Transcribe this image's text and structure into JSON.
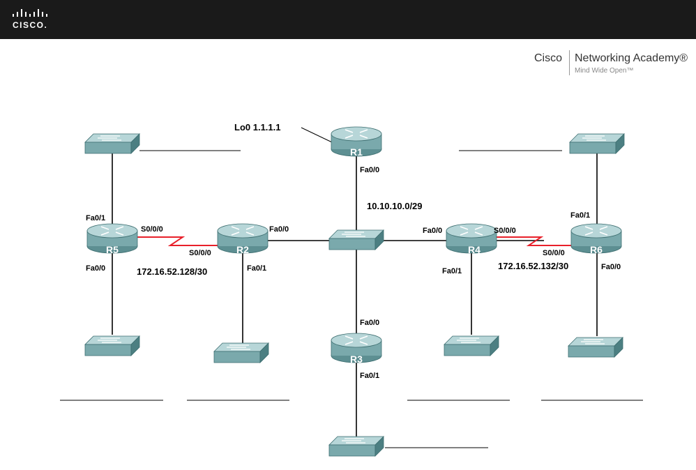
{
  "header": {
    "logo_text": "CISCO.",
    "academy_brand": "Cisco",
    "academy_name": "Networking Academy®",
    "academy_tagline": "Mind Wide Open™"
  },
  "topology": {
    "routers": {
      "r1": "R1",
      "r2": "R2",
      "r3": "R3",
      "r4": "R4",
      "r5": "R5",
      "r6": "R6"
    },
    "interfaces": {
      "r1_fa00": "Fa0/0",
      "r1_lo0": "Lo0 1.1.1.1",
      "r5_fa01": "Fa0/1",
      "r5_fa00": "Fa0/0",
      "r5_s000": "S0/0/0",
      "r2_s000": "S0/0/0",
      "r2_fa00": "Fa0/0",
      "r2_fa01": "Fa0/1",
      "r3_fa00": "Fa0/0",
      "r3_fa01": "Fa0/1",
      "r4_fa00": "Fa0/0",
      "r4_s000": "S0/0/0",
      "r4_fa01": "Fa0/1",
      "r6_s000": "S0/0/0",
      "r6_fa01": "Fa0/1",
      "r6_fa00": "Fa0/0"
    },
    "networks": {
      "core_lan": "10.10.10.0/29",
      "r5_r2_serial": "172.16.52.128/30",
      "r4_r6_serial": "172.16.52.132/30"
    },
    "colors": {
      "device_face": "#7aa9ac",
      "device_top": "#b7d6d8",
      "device_side": "#4c7f82",
      "serial_link": "#e8202a",
      "ethernet_link": "#000000"
    }
  }
}
